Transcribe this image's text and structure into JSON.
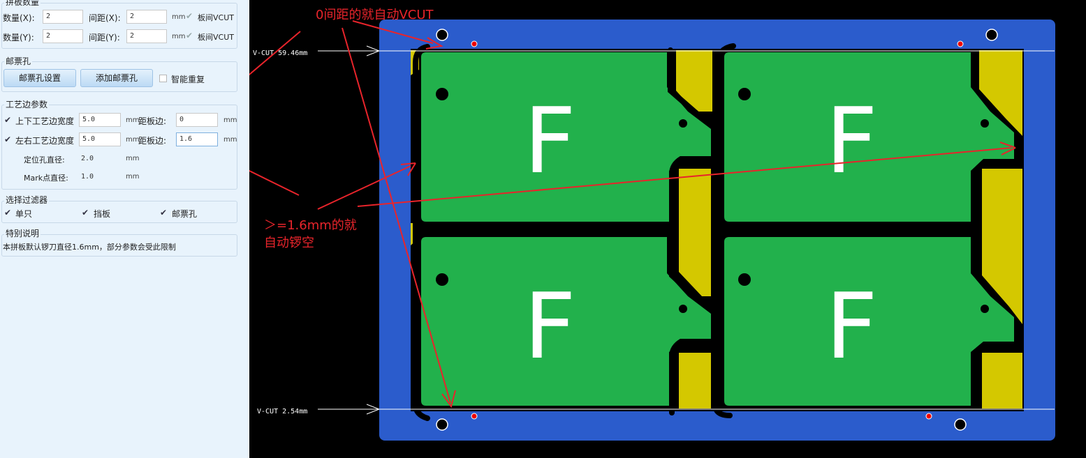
{
  "panel": {
    "array_group": {
      "title": "拼板数量",
      "rows": [
        {
          "count_label": "数量(X):",
          "count_value": "2",
          "gap_label": "间距(X):",
          "gap_value": "2",
          "unit": "mm",
          "vcut_label": "板间VCUT"
        },
        {
          "count_label": "数量(Y):",
          "count_value": "2",
          "gap_label": "间距(Y):",
          "gap_value": "2",
          "unit": "mm",
          "vcut_label": "板间VCUT"
        }
      ]
    },
    "stamp_group": {
      "title": "邮票孔",
      "settings_button": "邮票孔设置",
      "add_button": "添加邮票孔",
      "smart_repeat_label": "智能重复"
    },
    "process_group": {
      "title": "工艺边参数",
      "tb_label": "上下工艺边宽度",
      "tb_width": "5.0",
      "tb_dist_label": "距板边:",
      "tb_dist": "0",
      "lr_label": "左右工艺边宽度",
      "lr_width": "5.0",
      "lr_dist_label": "距板边:",
      "lr_dist": "1.6",
      "unit": "mm",
      "hole_label": "定位孔直径:",
      "hole_value": "2.0",
      "mark_label": "Mark点直径:",
      "mark_value": "1.0"
    },
    "filter_group": {
      "title": "选择过滤器",
      "items": [
        "单只",
        "挡板",
        "邮票孔"
      ]
    },
    "note_group": {
      "title": "特别说明",
      "text": "本拼板默认锣刀直径1.6mm，部分参数会受此限制"
    }
  },
  "canvas": {
    "vcut_top_label": "V-CUT 59.46mm",
    "vcut_bottom_label": "V-CUT 2.54mm",
    "board_letter": "F",
    "annotation_top": "0间距的就自动VCUT",
    "annotation_mid_1": "＞=1.6mm的就",
    "annotation_mid_2": "自动锣空"
  },
  "colors": {
    "panel_bg": "#e8f3fc",
    "rail_blue": "#2b5ccc",
    "board_green": "#22b14c",
    "copper_yellow": "#d4c800",
    "annotation_red": "#e8242b"
  }
}
